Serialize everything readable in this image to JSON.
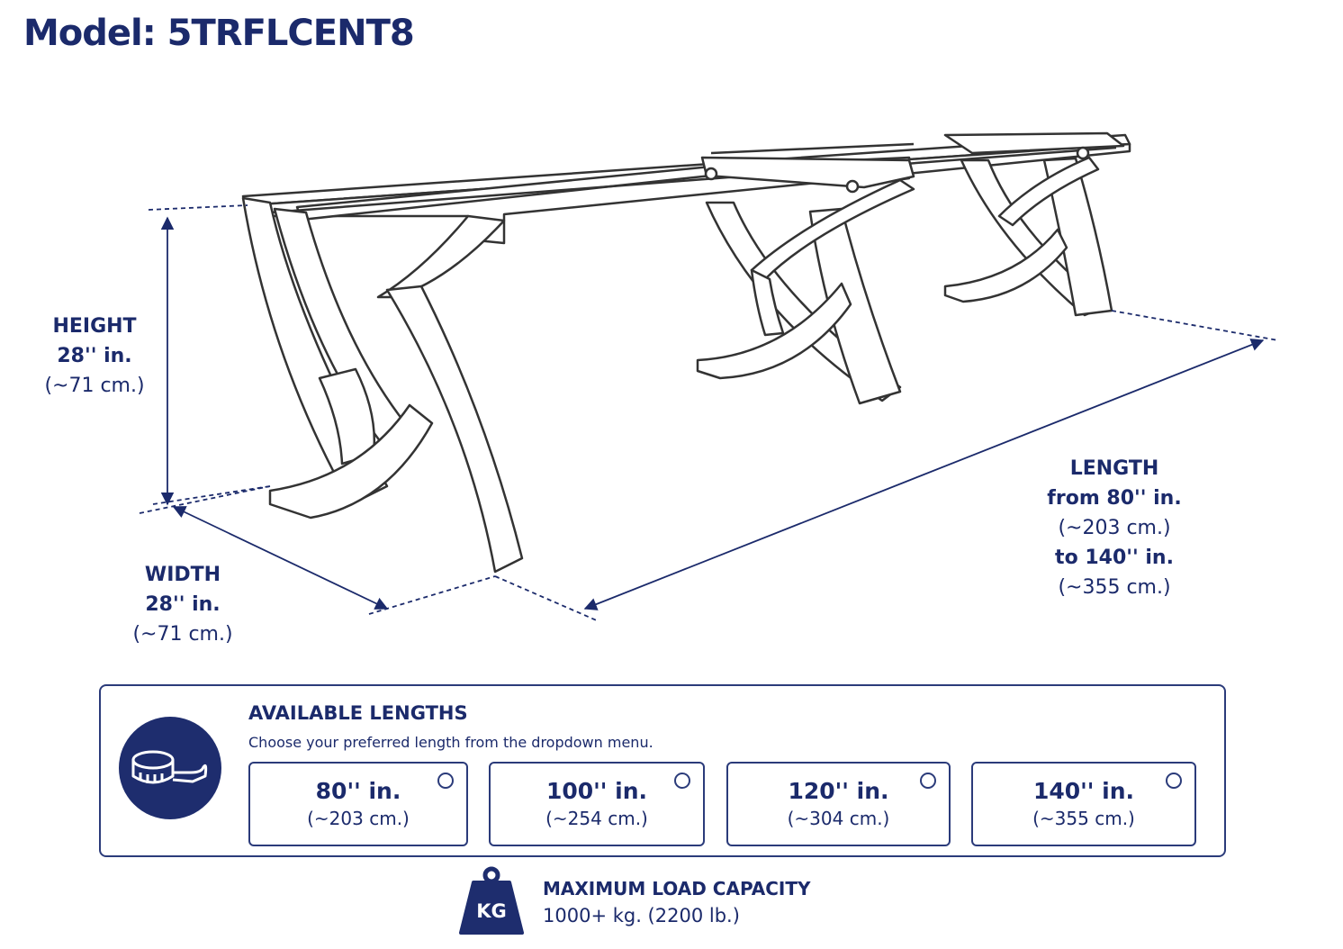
{
  "title": "Model: 5TRFLCENT8",
  "dimensions": {
    "height": {
      "label": "HEIGHT",
      "inches": "28'' in.",
      "cm": "(~71 cm.)"
    },
    "width": {
      "label": "WIDTH",
      "inches": "28'' in.",
      "cm": "(~71 cm.)"
    },
    "length": {
      "label": "LENGTH",
      "from": "from 80'' in.",
      "from_cm": "(~203 cm.)",
      "to": "to 140'' in.",
      "to_cm": "(~355 cm.)"
    }
  },
  "lengths": {
    "title": "AVAILABLE LENGTHS",
    "subtitle": "Choose your preferred length from the dropdown menu.",
    "icon": "tape-measure-icon",
    "options": [
      {
        "inches": "80'' in.",
        "cm": "(~203 cm.)"
      },
      {
        "inches": "100'' in.",
        "cm": "(~254 cm.)"
      },
      {
        "inches": "120'' in.",
        "cm": "(~304 cm.)"
      },
      {
        "inches": "140'' in.",
        "cm": "(~355 cm.)"
      }
    ]
  },
  "load": {
    "icon": "weight-icon",
    "icon_text": "KG",
    "title": "MAXIMUM LOAD CAPACITY",
    "value": "1000+ kg. (2200 lb.)"
  },
  "colors": {
    "navy": "#1b2a6b",
    "badge": "#1e2d6e",
    "line": "#333333"
  }
}
